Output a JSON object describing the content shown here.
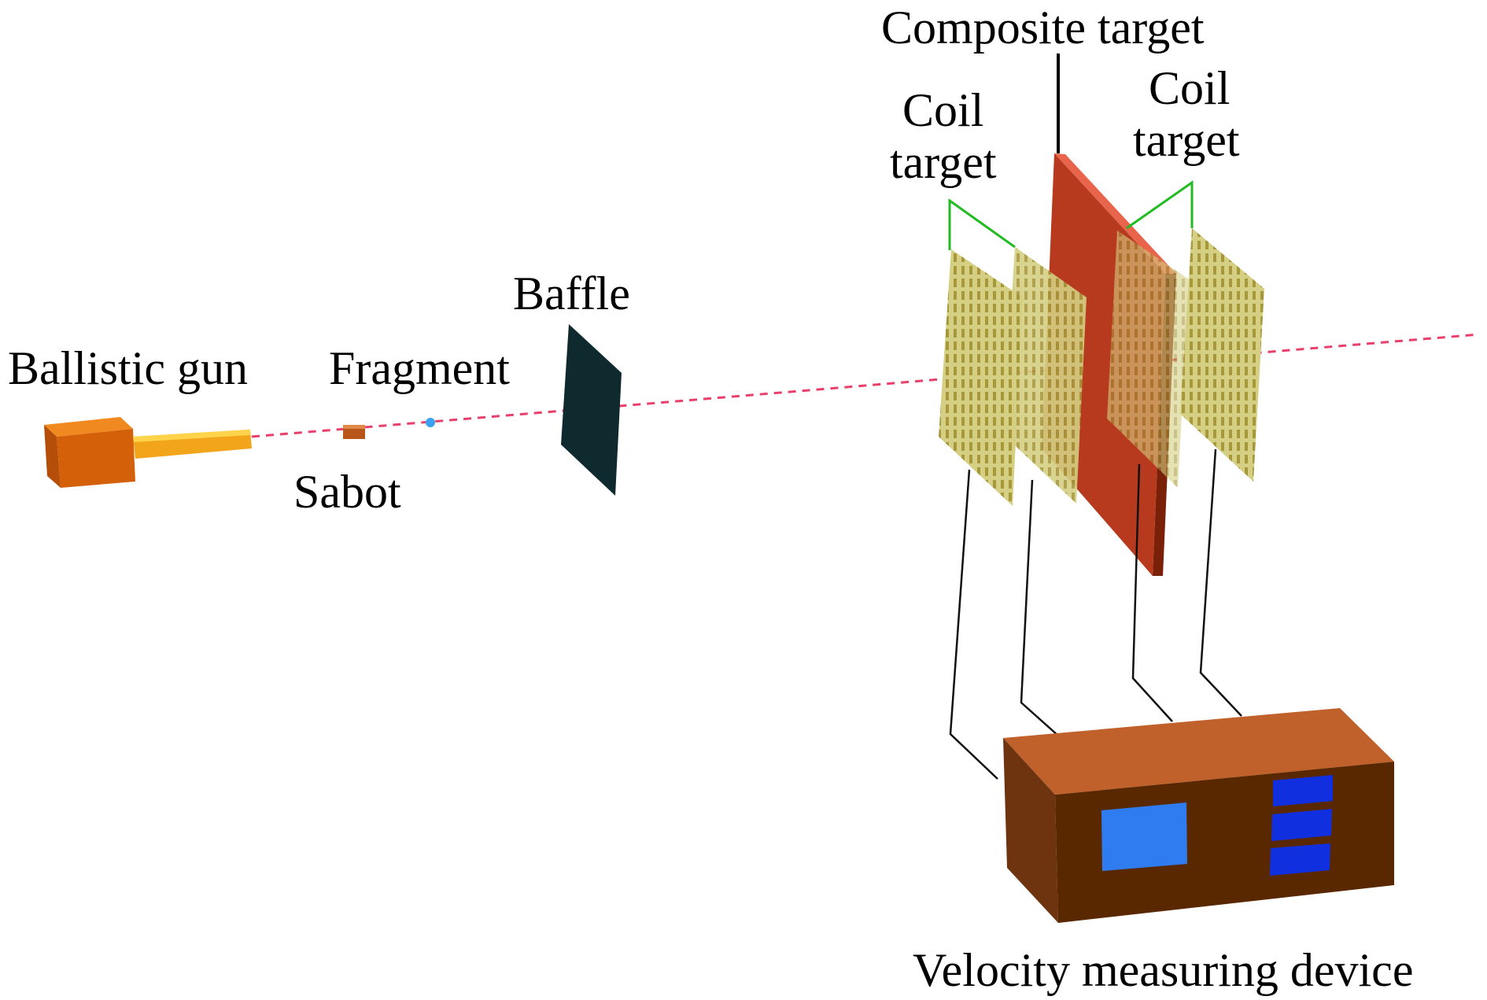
{
  "labels": {
    "ballistic_gun": "Ballistic gun",
    "fragment": "Fragment",
    "sabot": "Sabot",
    "baffle": "Baffle",
    "composite_target": "Composite target",
    "coil_target_left_line1": "Coil",
    "coil_target_left_line2": "target",
    "coil_target_right_line1": "Coil",
    "coil_target_right_line2": "target",
    "velocity_device": "Velocity measuring device"
  },
  "colors": {
    "gun_body": "#D4600A",
    "gun_barrel": "#F2A51A",
    "sabot": "#B8551A",
    "fragment": "#3AA0F0",
    "baffle": "#0E2A2E",
    "composite_target": "#B83A1E",
    "composite_edge": "#E8644A",
    "coil_target": "#C8C46E",
    "coil_pattern": "#9A8A30",
    "trajectory": "#E8406A",
    "leader_green": "#22BB22",
    "device_front": "#5A2800",
    "device_top": "#C0602A",
    "device_side": "#6E3410",
    "screen": "#2E7CF0",
    "buttons": "#1030E0"
  }
}
